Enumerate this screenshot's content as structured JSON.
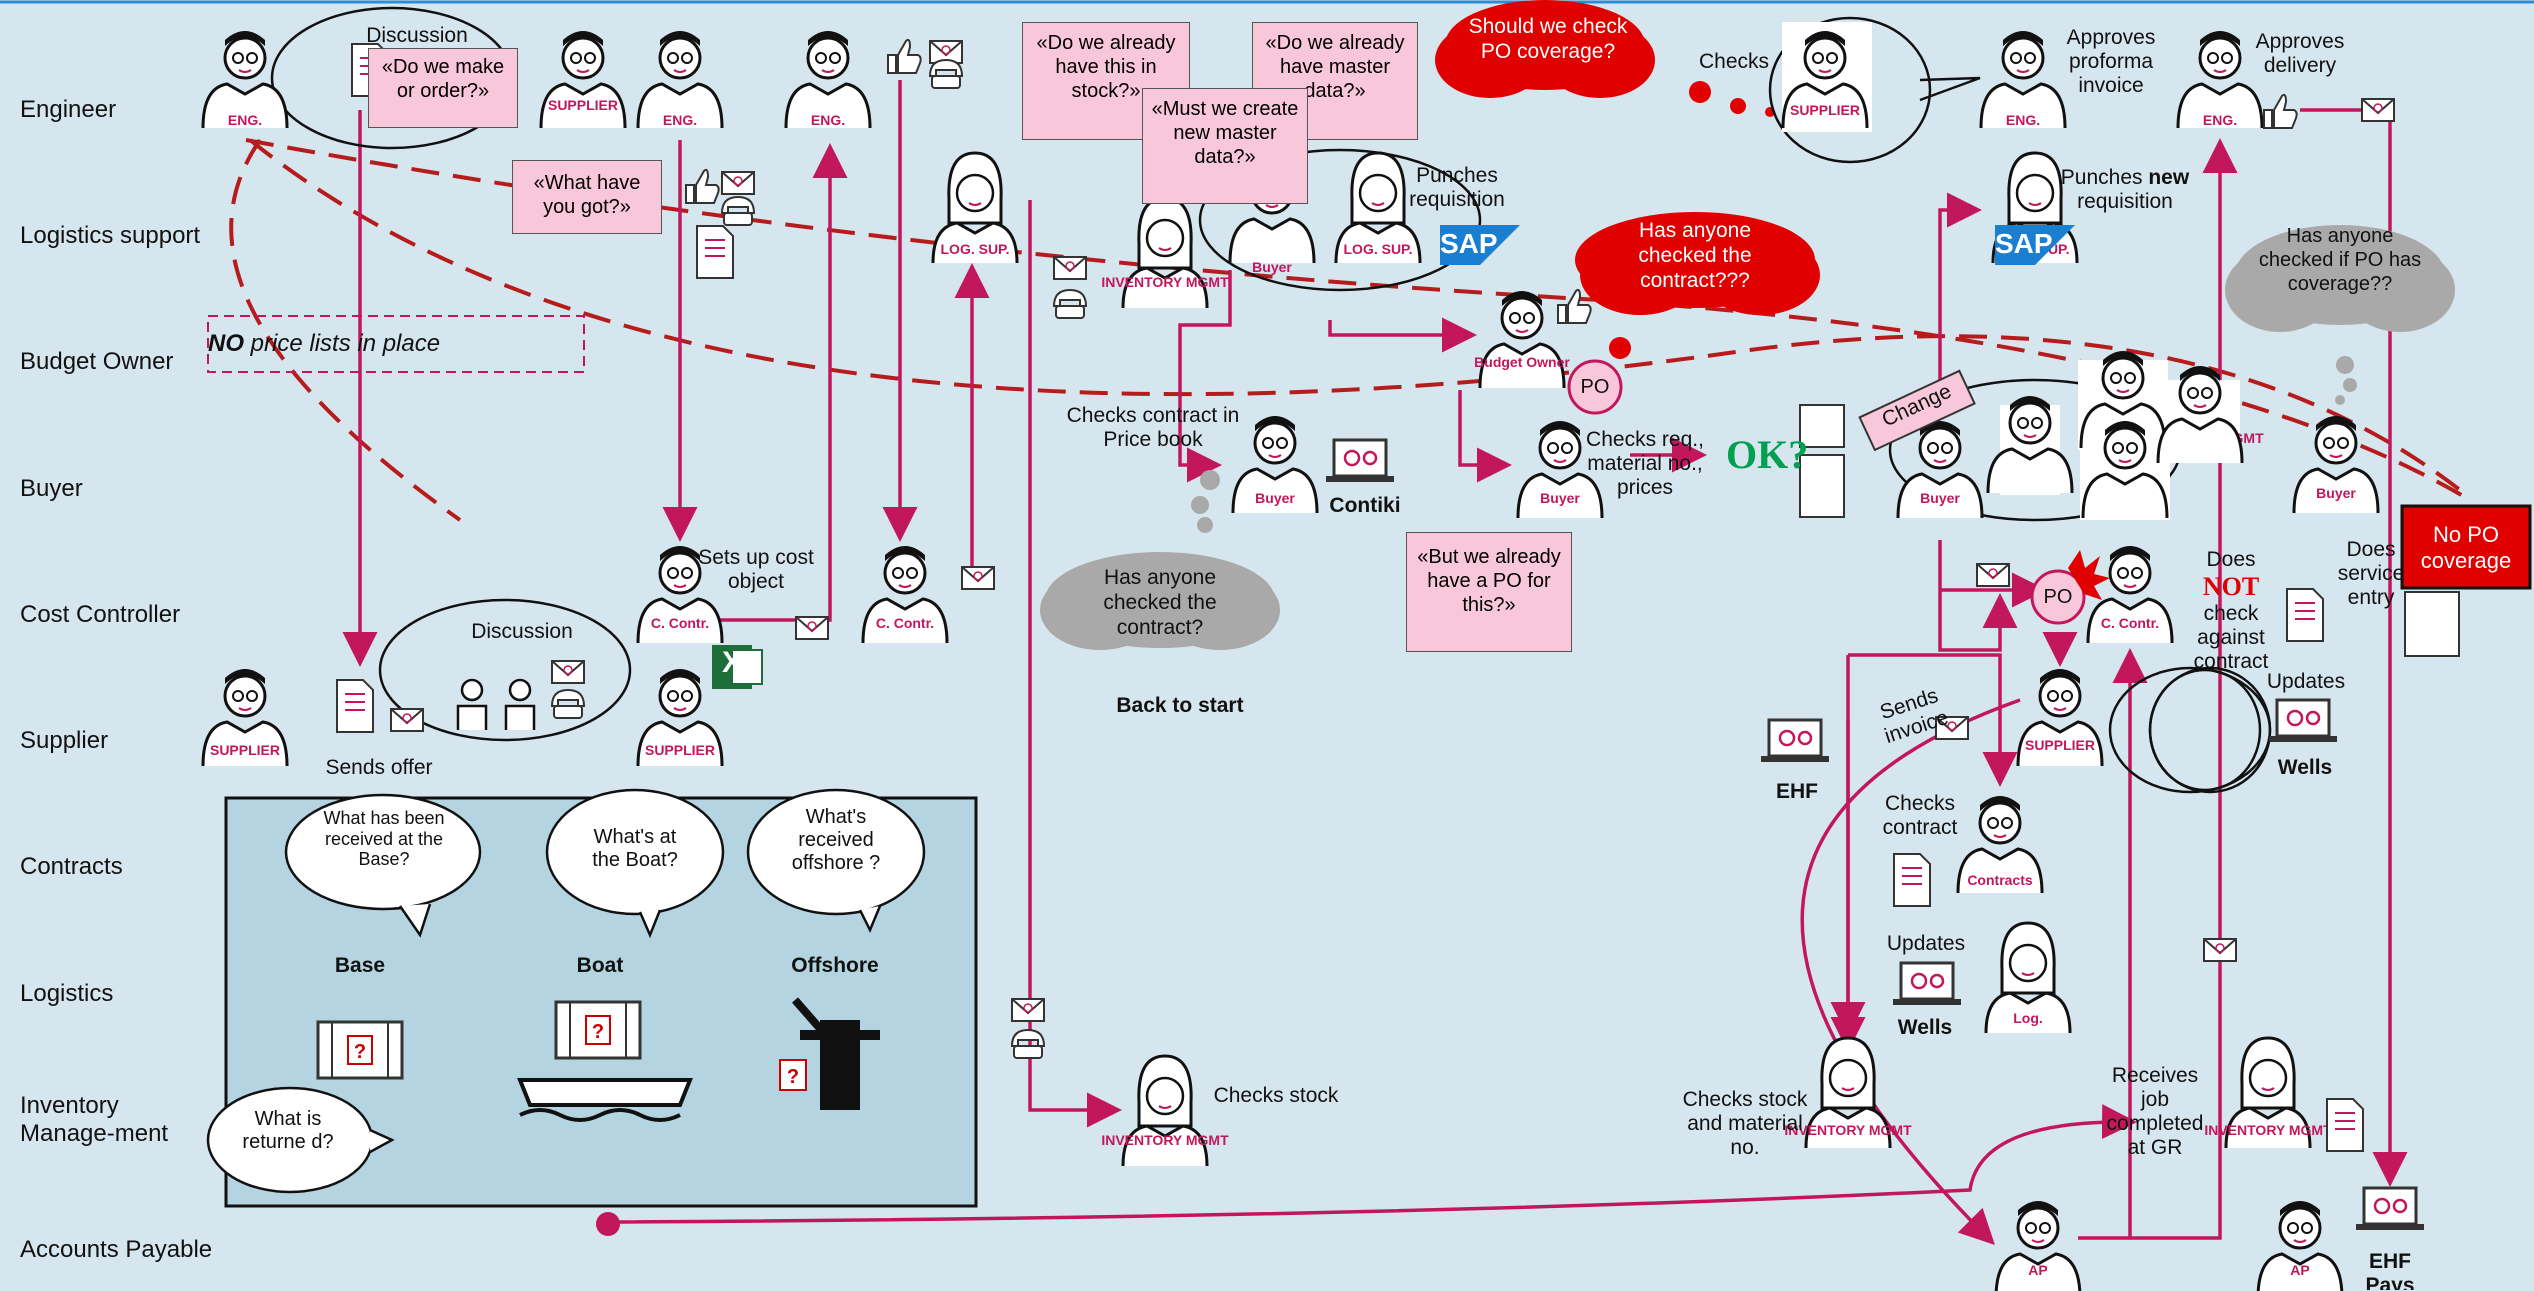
{
  "lanes": [
    "Engineer",
    "Logistics support",
    "Budget Owner",
    "Buyer",
    "Cost Controller",
    "Supplier",
    "Contracts",
    "Logistics",
    "Inventory Manage-ment",
    "Accounts Payable"
  ],
  "roles": {
    "eng": "ENG.",
    "sup": "SUPPLIER",
    "log_sup": "LOG. SUP.",
    "inv": "INVENTORY MGMT",
    "buyer": "Buyer",
    "budget": "Budget Owner",
    "cc": "C. Contr.",
    "contracts": "Contracts",
    "log": "Log.",
    "ap": "AP"
  },
  "bubbles": {
    "discussion_top": "Discussion",
    "make_or_order": "«Do we make or order?»",
    "what_have_you_got": "«What have you got?»",
    "do_we_have_stock": "«Do we already have this in stock?»",
    "must_create_master": "«Must we create new master data?»",
    "do_we_have_master": "«Do we already have master data?»",
    "should_check_po": "Should we check PO coverage?",
    "has_anyone_contract_red": "Has anyone checked the contract???",
    "has_anyone_contract_grey": "Has anyone checked the contract?",
    "but_we_have_po": "«But we already have a PO for this?»",
    "has_anyone_po": "Has anyone checked if PO has coverage??",
    "no_price_lists_bold": "NO",
    "no_price_lists_rest": " price lists in place",
    "no_po_coverage": "No PO coverage",
    "discussion_mid": "Discussion"
  },
  "labels": {
    "checks": "Checks",
    "approves_proforma": "Approves proforma invoice",
    "approves_delivery": "Approves delivery",
    "punches_req": "Punches requisition",
    "punches_new_1": "Punches ",
    "punches_new_2": "new",
    "punches_new_3": " requisition",
    "checks_price_book": "Checks contract in Price book",
    "contiki": "Contiki",
    "checks_req": "Checks req., material no., prices",
    "ok": "OK?",
    "change": "Change",
    "sets_up": "Sets up cost object",
    "sends_offer": "Sends offer",
    "back_to_start": "Back to start",
    "checks_stock": "Checks stock",
    "does_not_1": "Does",
    "does_not_not": "NOT",
    "does_not_2": "check against contract",
    "does_service": "Does service entry",
    "updates_top": "Updates",
    "wells": "Wells",
    "ehf": "EHF",
    "sends_invoice": "Sends invoice",
    "checks_contract": "Checks contract",
    "updates_mid": "Updates",
    "wells2": "Wells",
    "checks_stock_mat": "Checks stock and material no.",
    "receives_job": "Receives job completed at GR",
    "ehf_pays": "EHF Pays",
    "po": "PO",
    "sap": "SAP",
    "excel": "X"
  },
  "panel": {
    "base_q": "What has been received at the Base?",
    "boat_q": "What's at the Boat?",
    "off_q": "What's received offshore ?",
    "base": "Base",
    "boat": "Boat",
    "offshore": "Offshore",
    "returned_q": "What is returne d?"
  },
  "colors": {
    "bg": "#d6e6ee",
    "accent": "#c2185b",
    "dash": "#b71c1c",
    "pink": "#f9c7da",
    "red": "#e00000",
    "grey": "#a9a9a9",
    "panel": "#b3d4e0"
  }
}
